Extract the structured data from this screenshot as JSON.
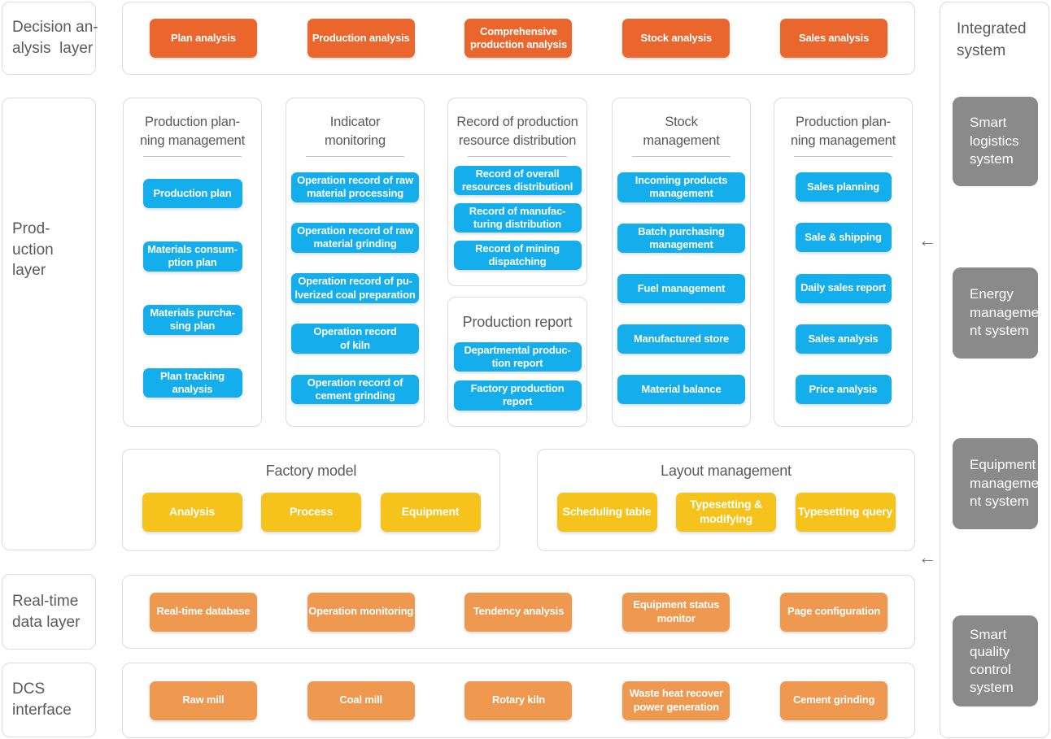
{
  "left_rail": {
    "decision_label": "Decision an-\nalysis  layer",
    "production_label": "Prod-\nuction\nlayer",
    "realtime_label": "Real-time\ndata layer",
    "dcs_label": "DCS\ninterface"
  },
  "decision_row": {
    "buttons": [
      "Plan analysis",
      "Production analysis",
      "Comprehensive\nproduction analysis",
      "Stock analysis",
      "Sales analysis"
    ]
  },
  "production_section": {
    "panels": [
      {
        "title": "Production plan-\nning management",
        "buttons": [
          "Production plan",
          "Materials consum-\nption plan",
          "Materials purcha-\nsing plan",
          "Plan tracking\nanalysis"
        ]
      },
      {
        "title": "Indicator\nmonitoring",
        "buttons": [
          "Operation record of raw\nmaterial processing",
          "Operation record of raw\nmaterial grinding",
          "Operation record of pu-\nlverized coal preparation",
          "Operation record\nof kiln",
          "Operation record of\ncement grinding"
        ]
      },
      {
        "title": "Record of production\nresource distribution",
        "buttons": [
          "Record of overall\nresources distributionl",
          "Record of manufac-\nturing distribution",
          "Record of mining\ndispatching"
        ]
      },
      {
        "title": "Production report",
        "buttons": [
          "Departmental produc-\ntion report",
          "Factory production\nreport"
        ]
      },
      {
        "title": "Stock\nmanagement",
        "buttons": [
          "Incoming products\nmanagement",
          "Batch purchasing\nmanagement",
          "Fuel management",
          "Manufactured store",
          "Material balance"
        ]
      },
      {
        "title": "Production plan-\nning management",
        "buttons": [
          "Sales planning",
          "Sale & shipping",
          "Daily sales report",
          "Sales analysis",
          "Price analysis"
        ]
      }
    ]
  },
  "factory_model": {
    "title": "Factory model",
    "buttons": [
      "Analysis",
      "Process",
      "Equipment"
    ]
  },
  "layout_management": {
    "title": "Layout management",
    "buttons": [
      "Scheduling table",
      "Typesetting &\nmodifying",
      "Typesetting query"
    ]
  },
  "realtime_row": {
    "buttons": [
      "Real-time database",
      "Operation monitoring",
      "Tendency analysis",
      "Equipment status\nmonitor",
      "Page configuration"
    ]
  },
  "dcs_row": {
    "buttons": [
      "Raw mill",
      "Coal mill",
      "Rotary kiln",
      "Waste heat recover\npower generation",
      "Cement grinding"
    ]
  },
  "integrated_system": {
    "title": "Integrated\nsystem",
    "systems": [
      "Smart\nlogistics\nsystem",
      "Energy\nmanageme-\nnt system",
      "Equipment\nmanageme-\nnt system",
      "Smart\nquality\ncontrol\nsystem"
    ]
  },
  "icons": {
    "left_arrow": "←"
  },
  "colors": {
    "decision_button": "#EB662C",
    "module_button": "#14AEEC",
    "model_button": "#F6C31C",
    "interface_button": "#EF984F",
    "system_box": "#8A8A8A",
    "panel_border": "#DCDCDC",
    "heading_text": "#5A5A5A"
  }
}
